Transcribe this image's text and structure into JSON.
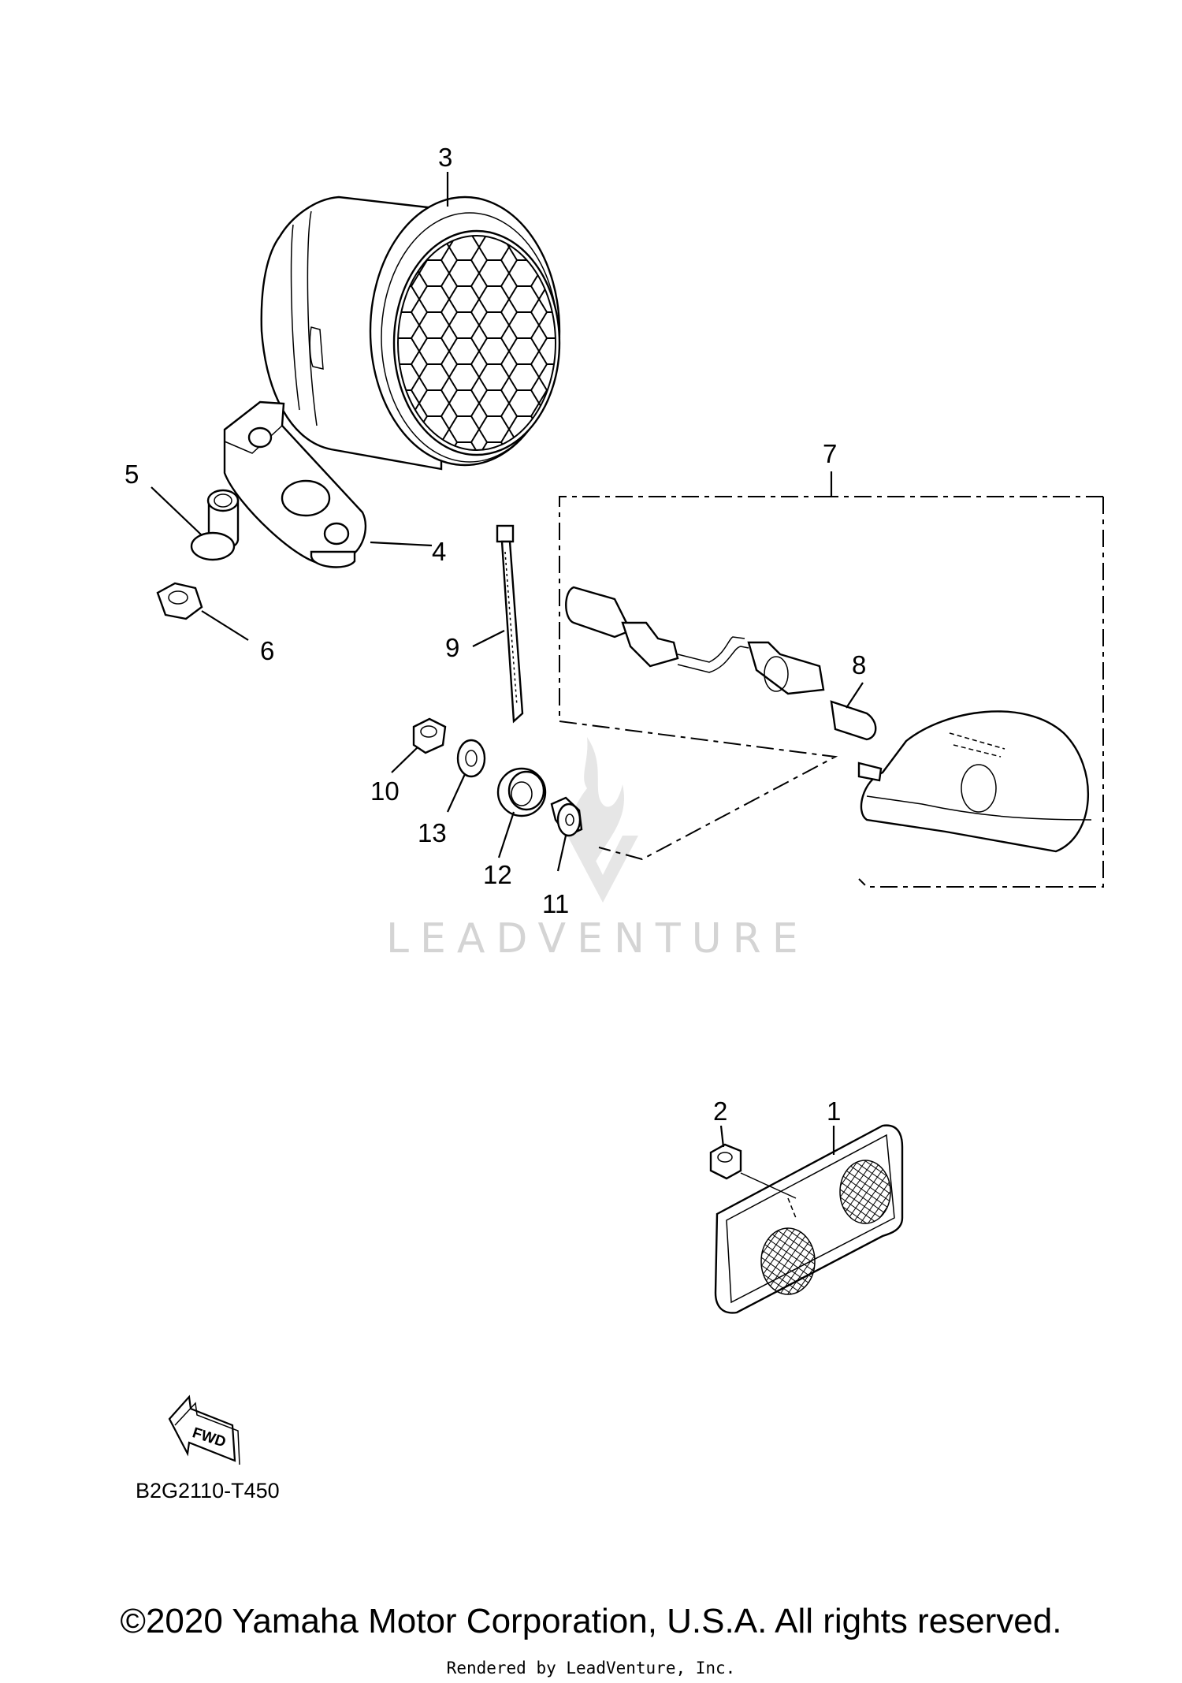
{
  "diagram_code": "B2G2110-T450",
  "fwd_label": "FWD",
  "watermark": "LEADVENTURE",
  "copyright": "©2020 Yamaha Motor Corporation, U.S.A. All rights reserved.",
  "rendered_by": "Rendered by LeadVenture, Inc.",
  "callouts": {
    "c1": "1",
    "c2": "2",
    "c3": "3",
    "c4": "4",
    "c5": "5",
    "c6": "6",
    "c7": "7",
    "c8": "8",
    "c9": "9",
    "c10": "10",
    "c11": "11",
    "c12": "12",
    "c13": "13"
  }
}
